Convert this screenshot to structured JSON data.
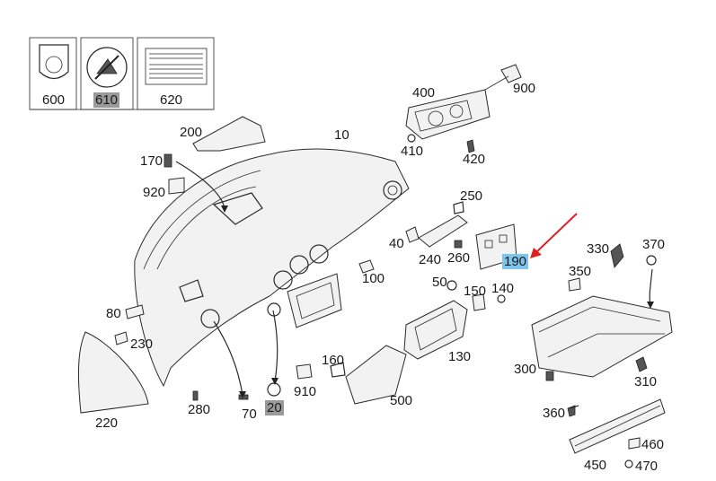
{
  "diagram": {
    "labels": [
      {
        "id": "600",
        "text": "600"
      },
      {
        "id": "610",
        "text": "610",
        "highlight": "grey"
      },
      {
        "id": "620",
        "text": "620"
      },
      {
        "id": "400",
        "text": "400"
      },
      {
        "id": "900",
        "text": "900"
      },
      {
        "id": "200",
        "text": "200"
      },
      {
        "id": "10",
        "text": "10"
      },
      {
        "id": "410",
        "text": "410"
      },
      {
        "id": "420",
        "text": "420"
      },
      {
        "id": "170",
        "text": "170"
      },
      {
        "id": "920",
        "text": "920"
      },
      {
        "id": "250",
        "text": "250"
      },
      {
        "id": "40",
        "text": "40"
      },
      {
        "id": "240",
        "text": "240"
      },
      {
        "id": "260",
        "text": "260"
      },
      {
        "id": "190",
        "text": "190",
        "highlight": "blue"
      },
      {
        "id": "330",
        "text": "330"
      },
      {
        "id": "370",
        "text": "370"
      },
      {
        "id": "350",
        "text": "350"
      },
      {
        "id": "100",
        "text": "100"
      },
      {
        "id": "50",
        "text": "50"
      },
      {
        "id": "150",
        "text": "150"
      },
      {
        "id": "140",
        "text": "140"
      },
      {
        "id": "80",
        "text": "80"
      },
      {
        "id": "230",
        "text": "230"
      },
      {
        "id": "160",
        "text": "160"
      },
      {
        "id": "130",
        "text": "130"
      },
      {
        "id": "300",
        "text": "300"
      },
      {
        "id": "310",
        "text": "310"
      },
      {
        "id": "910",
        "text": "910"
      },
      {
        "id": "500",
        "text": "500"
      },
      {
        "id": "280",
        "text": "280"
      },
      {
        "id": "70",
        "text": "70"
      },
      {
        "id": "20",
        "text": "20",
        "highlight": "grey"
      },
      {
        "id": "220",
        "text": "220"
      },
      {
        "id": "360",
        "text": "360"
      },
      {
        "id": "460",
        "text": "460"
      },
      {
        "id": "450",
        "text": "450"
      },
      {
        "id": "470",
        "text": "470"
      }
    ],
    "colors": {
      "highlight_grey": "#9a9a9a",
      "highlight_blue": "#7fc4ec",
      "pointer_arrow": "#e02020"
    }
  }
}
